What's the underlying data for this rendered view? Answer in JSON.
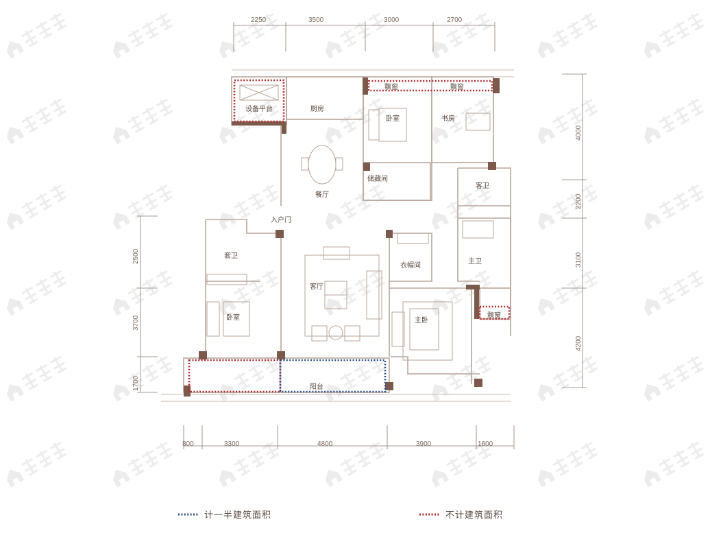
{
  "watermark": "幸福里",
  "colors": {
    "wall": "#b9a69a",
    "pillar": "#7b5a4c",
    "half_area": "#2c4f8c",
    "excluded_area": "#b3282d"
  },
  "dimensions": {
    "top": [
      "2250",
      "3500",
      "3000",
      "2700"
    ],
    "bottom": [
      "800",
      "3300",
      "4800",
      "3900",
      "1600"
    ],
    "left": [
      "2500",
      "3700",
      "1700"
    ],
    "right": [
      "4000",
      "2200",
      "3100",
      "4200"
    ]
  },
  "rooms": {
    "equipment_platform": "设备平台",
    "kitchen": "厨房",
    "bay_window_1": "飘窗",
    "bay_window_2": "飘窗",
    "bedroom_north": "卧室",
    "study": "书房",
    "storage": "储藏间",
    "dining": "餐厅",
    "guest_bath": "客卫",
    "entrance": "入户门",
    "suite_bath": "套卫",
    "walk_in_closet": "衣帽间",
    "master_bath": "主卫",
    "living": "客厅",
    "bedroom_south": "卧室",
    "bay_window_3": "飘窗",
    "master_bedroom": "主卧",
    "balcony": "阳台"
  },
  "legend": {
    "half_area": "计一半建筑面积",
    "excluded_area": "不计建筑面积"
  }
}
